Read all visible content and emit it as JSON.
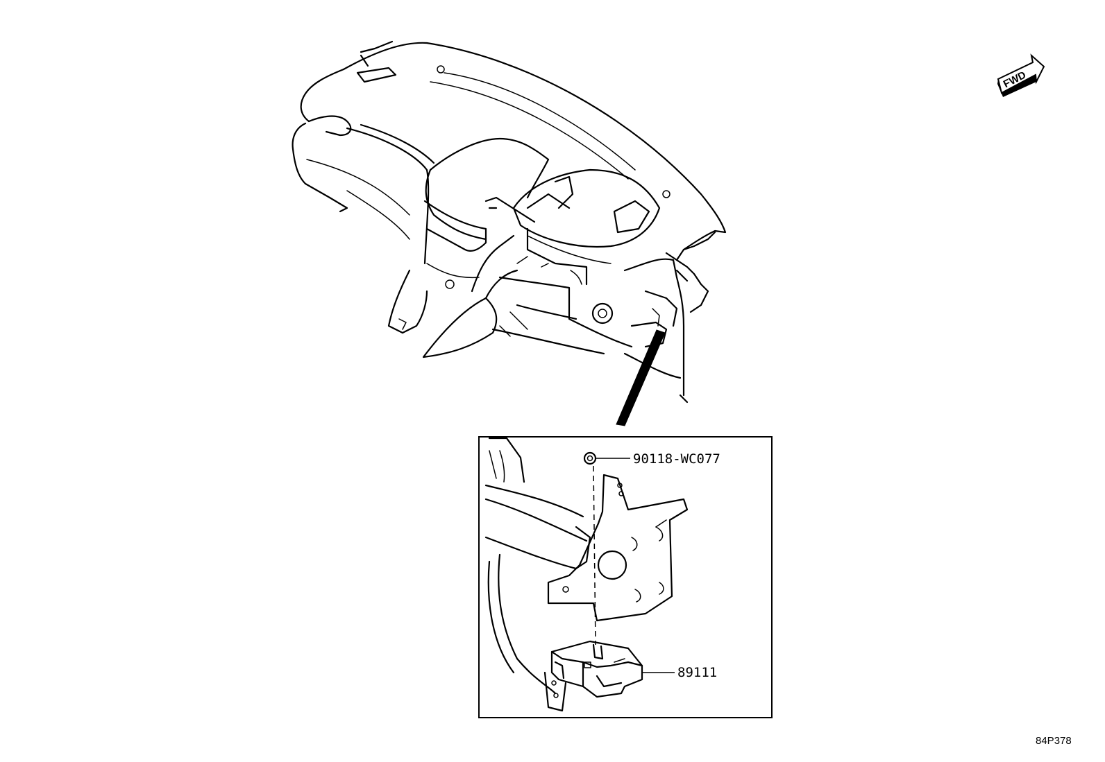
{
  "diagram": {
    "orientation_badge": "FWD",
    "diagram_id": "84P378",
    "callouts": [
      {
        "part_number": "90118-WC077"
      },
      {
        "part_number": "89111"
      }
    ]
  }
}
